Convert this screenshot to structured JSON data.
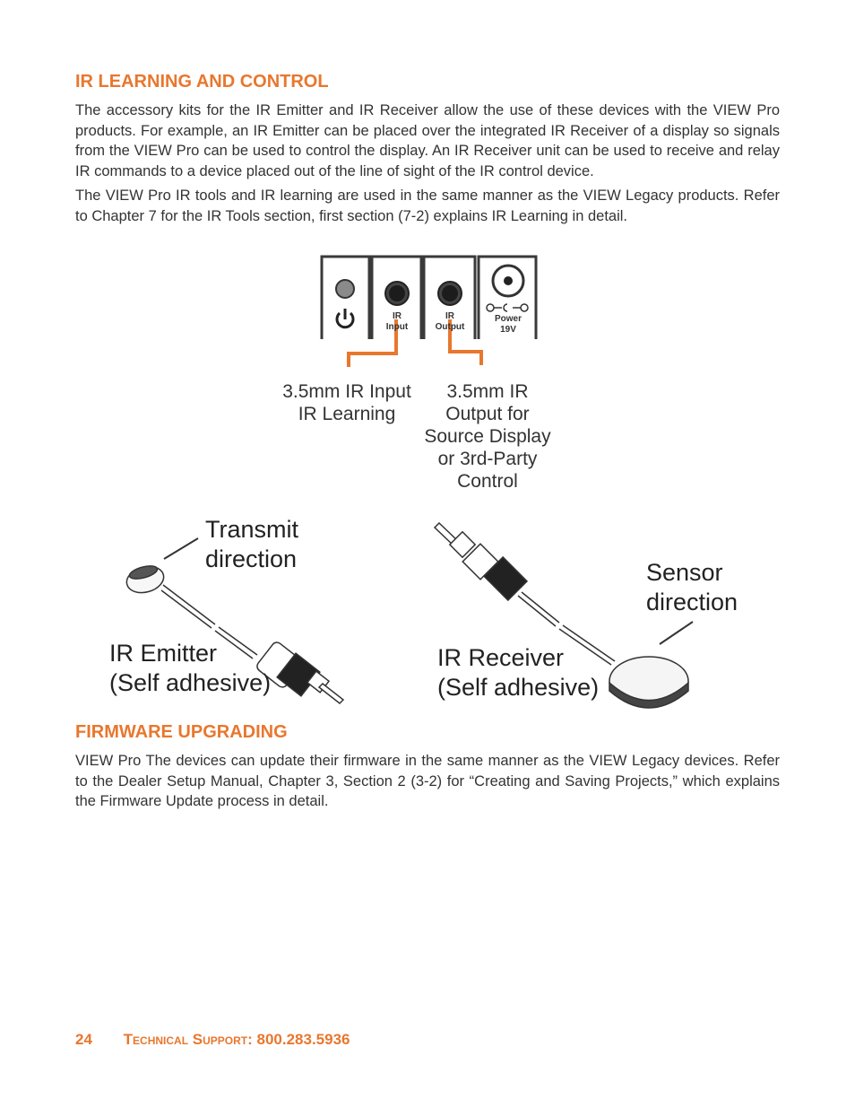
{
  "section1": {
    "title": "IR LEARNING AND CONTROL",
    "para1": "The accessory kits for the IR Emitter and IR Receiver allow the use of these devices with the VIEW Pro products. For example, an IR Emitter can be placed over the integrated IR Receiver of a display so signals from the VIEW Pro can be used to control the display. An IR Receiver unit can be used to receive and relay IR commands to a device placed out of the line of sight of the IR control device.",
    "para2": "The VIEW Pro IR tools and IR learning are used in the same manner as the VIEW Legacy products. Refer to Chapter 7 for the IR Tools section, first section (7-2) explains IR Learning in detail."
  },
  "panel": {
    "ir_input_label_1": "IR",
    "ir_input_label_2": "Input",
    "ir_output_label_1": "IR",
    "ir_output_label_2": "Output",
    "power_label_1": "Power",
    "power_label_2": "19V"
  },
  "callouts": {
    "ir_input_line1": "3.5mm IR Input",
    "ir_input_line2": "IR Learning",
    "ir_output_line1": "3.5mm IR",
    "ir_output_line2": "Output for",
    "ir_output_line3": "Source Display",
    "ir_output_line4": "or 3rd-Party",
    "ir_output_line5": "Control",
    "transmit_line1": "Transmit",
    "transmit_line2": "direction",
    "sensor_line1": "Sensor",
    "sensor_line2": "direction",
    "emitter_line1": "IR Emitter",
    "emitter_line2": "(Self adhesive)",
    "receiver_line1": "IR Receiver",
    "receiver_line2": "(Self adhesive)"
  },
  "section2": {
    "title": "FIRMWARE UPGRADING",
    "para1": "VIEW Pro The devices can update their firmware in the same manner as the VIEW Legacy devices. Refer to the Dealer Setup Manual, Chapter 3, Section 2 (3-2) for “Creating and Saving Projects,” which explains the Firmware Update process in detail."
  },
  "footer": {
    "page_number": "24",
    "support_label": "Technical Support: 800.283.5936"
  },
  "colors": {
    "accent": "#e8772e",
    "text": "#333333"
  }
}
